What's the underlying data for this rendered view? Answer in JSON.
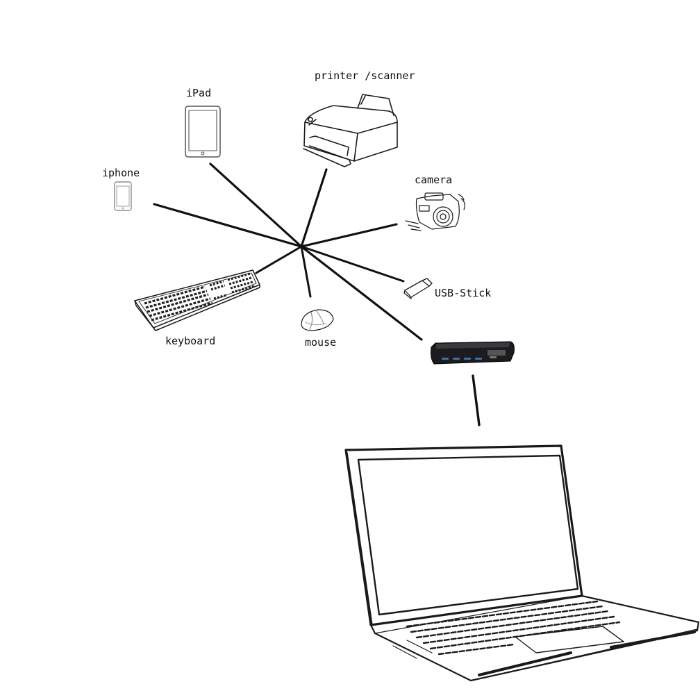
{
  "devices": {
    "iphone": "iphone",
    "ipad": "iPad",
    "printer": "printer /scanner",
    "camera": "camera",
    "usb_stick": "USB-Stick",
    "keyboard": "keyboard",
    "mouse": "mouse"
  }
}
